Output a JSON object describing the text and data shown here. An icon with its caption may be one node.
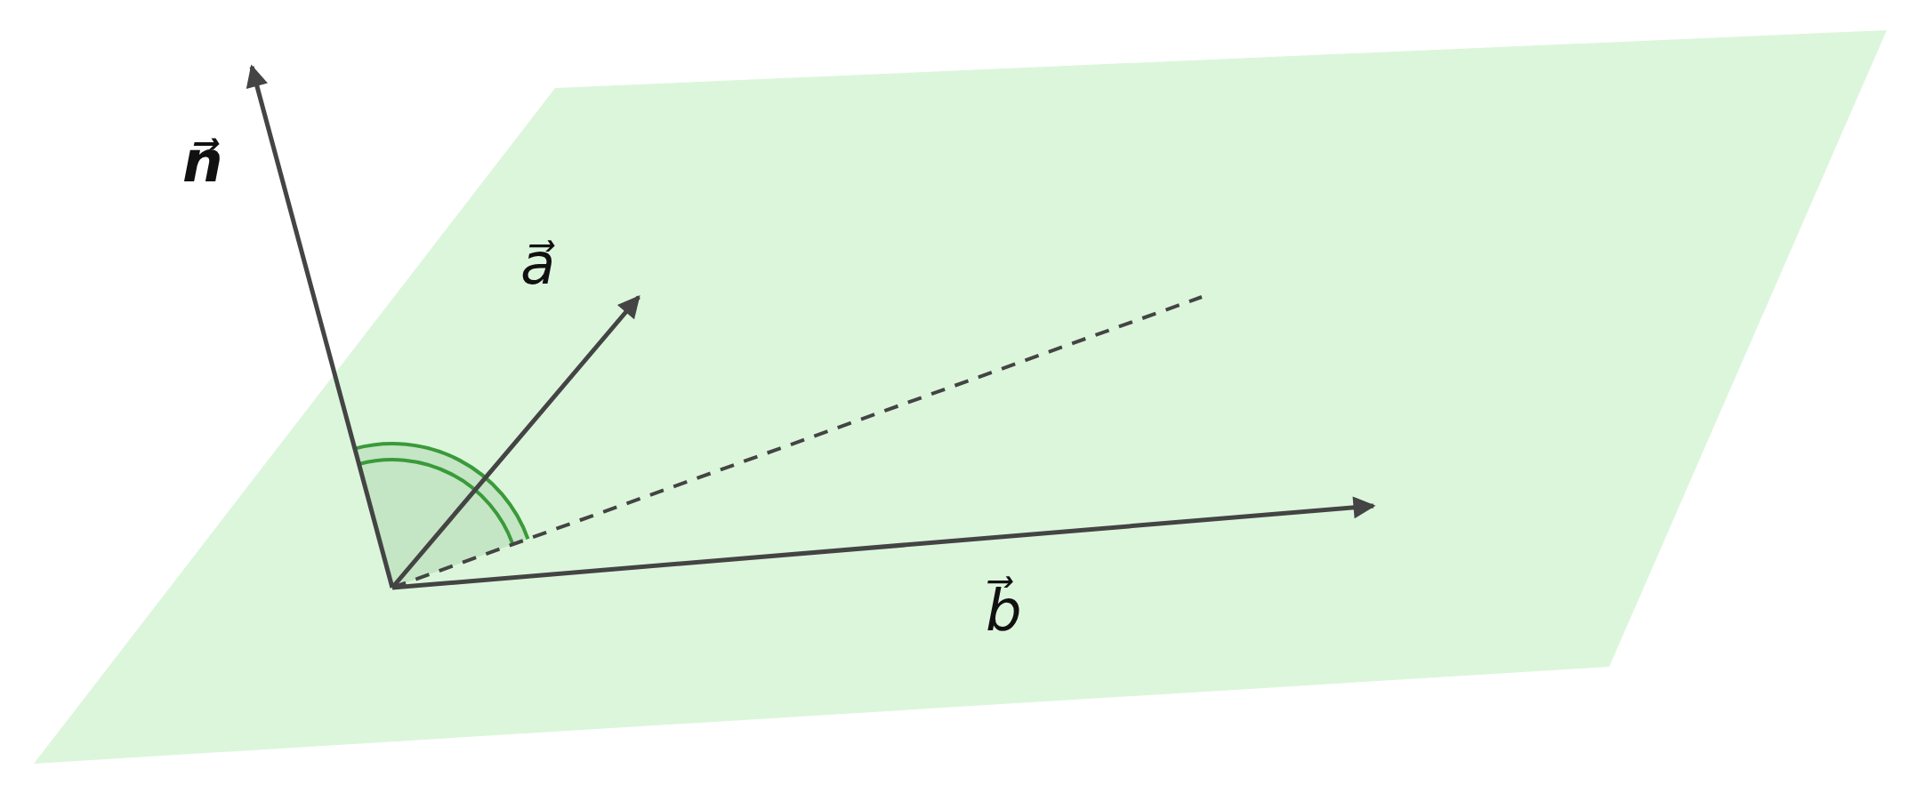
{
  "diagram": {
    "labels": [
      "n⃗",
      "a⃗",
      "b⃗"
    ]
  }
}
